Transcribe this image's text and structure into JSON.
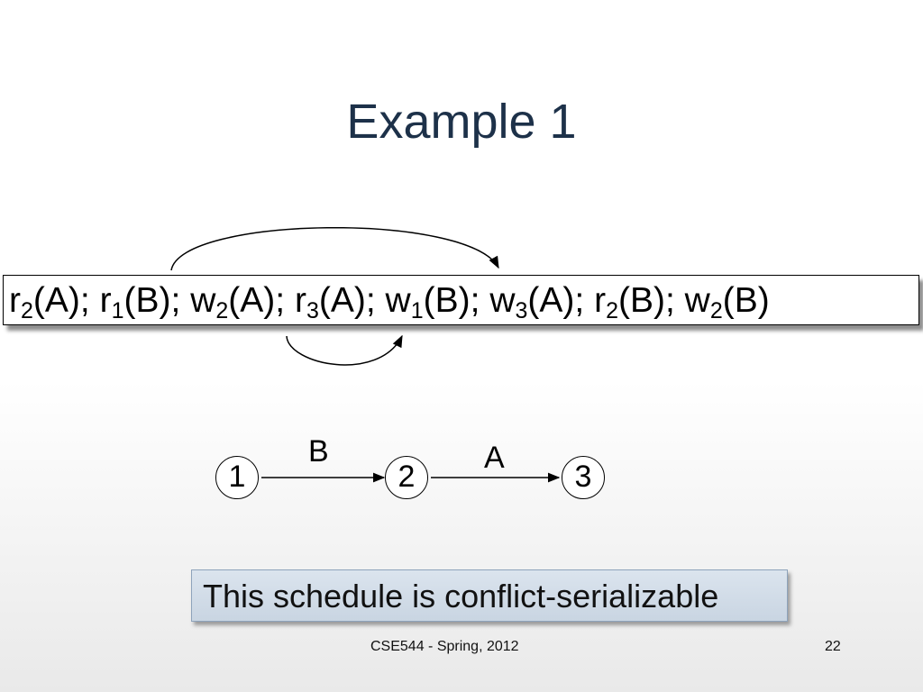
{
  "slide": {
    "title": "Example 1",
    "footer_center": "CSE544 - Spring, 2012",
    "page_number": "22"
  },
  "schedule": {
    "operations": [
      {
        "op": "r",
        "txn": "2",
        "item": "A",
        "sep": "; "
      },
      {
        "op": "r",
        "txn": "1",
        "item": "B",
        "sep": "; "
      },
      {
        "op": "w",
        "txn": "2",
        "item": "A",
        "sep": "; "
      },
      {
        "op": "r",
        "txn": "3",
        "item": "A",
        "sep": "; "
      },
      {
        "op": "w",
        "txn": "1",
        "item": "B",
        "sep": "; "
      },
      {
        "op": "w",
        "txn": "3",
        "item": "A",
        "sep": "; "
      },
      {
        "op": "r",
        "txn": "2",
        "item": "B",
        "sep": "; "
      },
      {
        "op": "w",
        "txn": "2",
        "item": "B",
        "sep": ""
      }
    ]
  },
  "graph": {
    "nodes": [
      {
        "label": "1"
      },
      {
        "label": "2"
      },
      {
        "label": "3"
      }
    ],
    "edges": [
      {
        "from": "1",
        "to": "2",
        "label": "B"
      },
      {
        "from": "2",
        "to": "3",
        "label": "A"
      }
    ]
  },
  "conclusion": "This schedule is conflict-serializable"
}
